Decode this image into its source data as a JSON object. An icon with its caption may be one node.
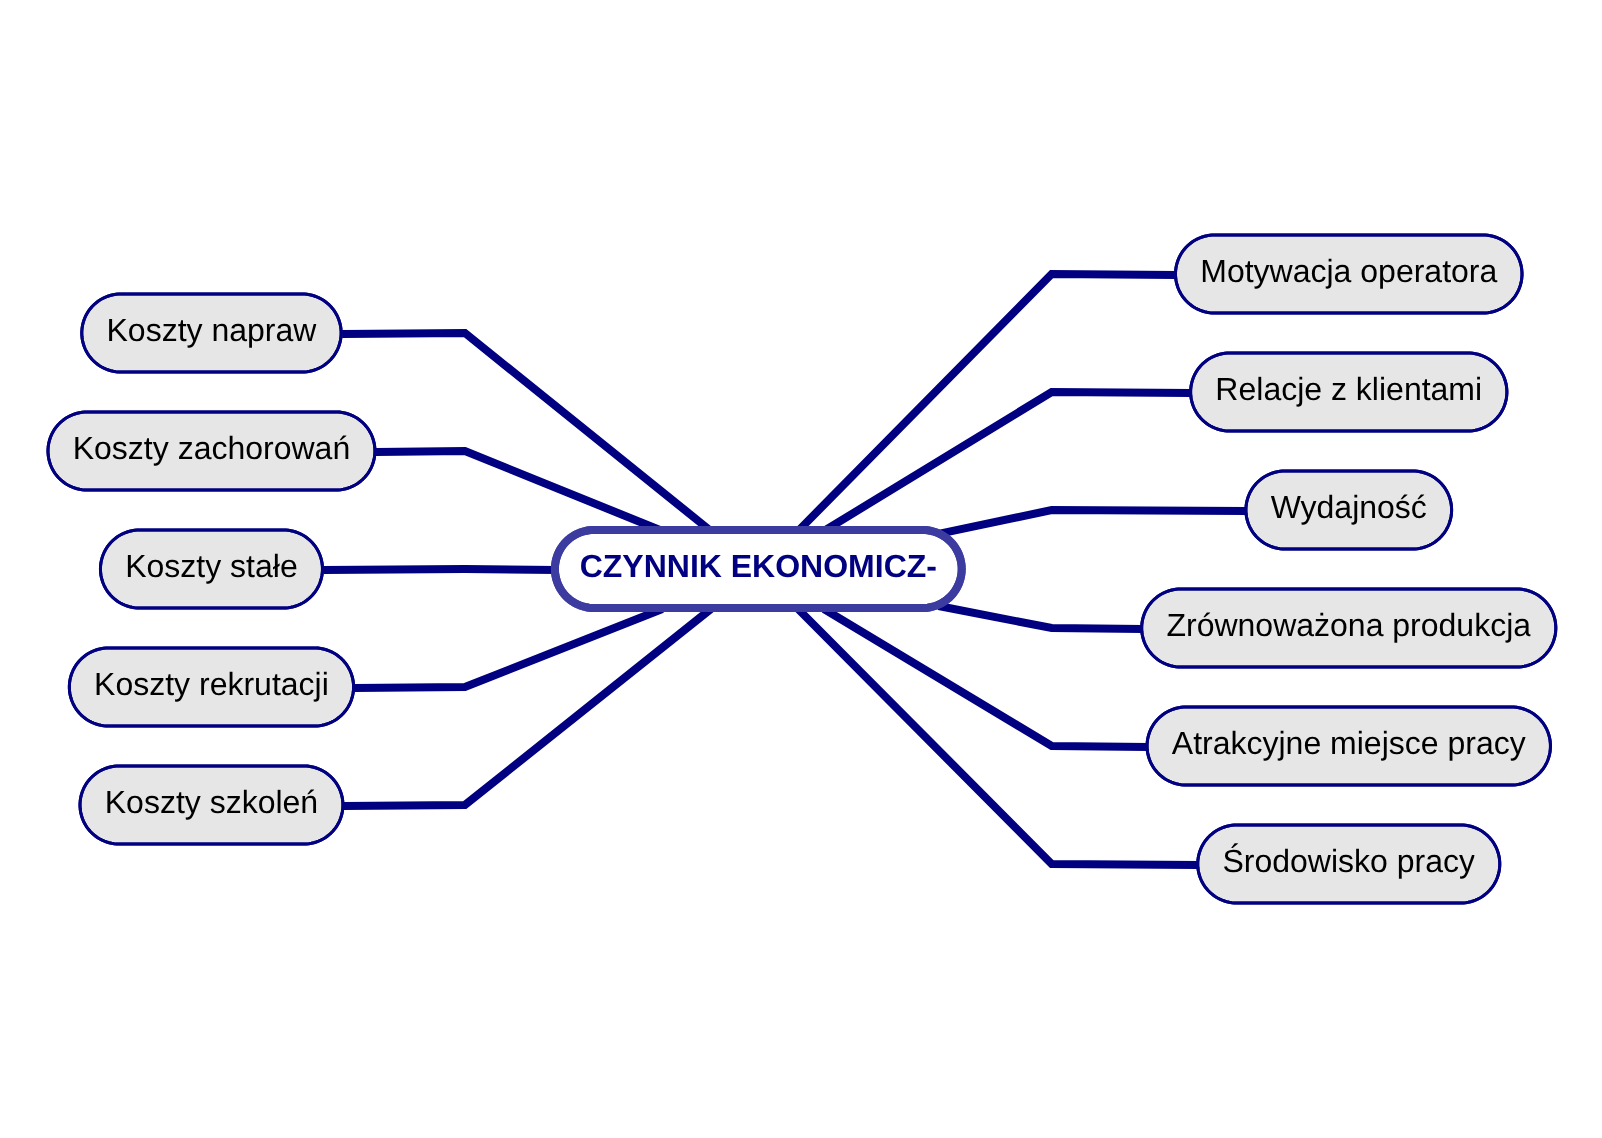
{
  "diagram": {
    "nodes": [
      {
        "text": [
          "CZYNNIK EKONOMICZ-"
        ]
      },
      {
        "text": [
          "Motywacja operatora"
        ]
      },
      {
        "text": [
          "Relacje z klientami"
        ]
      },
      {
        "text": [
          "Wydajność"
        ]
      },
      {
        "text": [
          "Zrównoważona produkcja"
        ]
      },
      {
        "text": [
          "Atrakcyjne miejsce pracy"
        ]
      },
      {
        "text": [
          "Środowisko pracy"
        ]
      },
      {
        "text": [
          "Koszty napraw"
        ]
      },
      {
        "text": [
          "Koszty zachorowań"
        ]
      },
      {
        "text": [
          "Koszty stałe"
        ]
      },
      {
        "text": [
          "Koszty rekrutacji"
        ]
      },
      {
        "text": [
          "Koszty szkoleń"
        ]
      }
    ],
    "edges": [
      {
        "from": 0,
        "to": 1,
        "arrow": "none"
      },
      {
        "from": 0,
        "to": 2,
        "arrow": "none"
      },
      {
        "from": 0,
        "to": 3,
        "arrow": "none"
      },
      {
        "from": 0,
        "to": 4,
        "arrow": "none"
      },
      {
        "from": 0,
        "to": 5,
        "arrow": "none"
      },
      {
        "from": 0,
        "to": 6,
        "arrow": "none"
      },
      {
        "from": 7,
        "to": 0,
        "arrow": "none"
      },
      {
        "from": 8,
        "to": 0,
        "arrow": "none"
      },
      {
        "from": 9,
        "to": 0,
        "arrow": "none"
      },
      {
        "from": 10,
        "to": 0,
        "arrow": "none"
      },
      {
        "from": 11,
        "to": 0,
        "arrow": "none"
      }
    ]
  }
}
